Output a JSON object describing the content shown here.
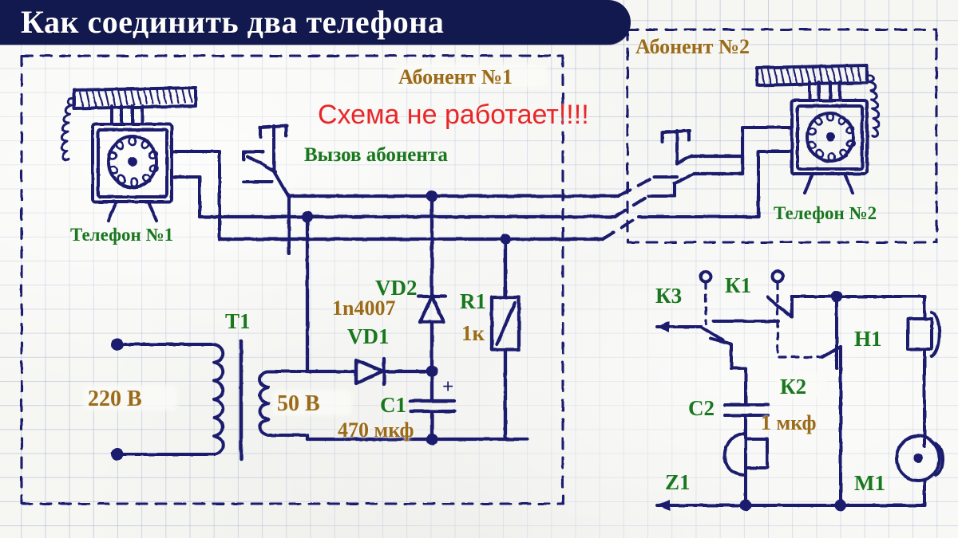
{
  "banner": {
    "title": "Как соединить два телефона"
  },
  "annotations": {
    "subscriber1": "Абонент №1",
    "subscriber2": "Абонент №2",
    "warning": "Схема не работает!!!!",
    "call_subscriber": "Вызов абонента",
    "phone1": "Телефон №1",
    "phone2": "Телефон №2"
  },
  "components": {
    "t1": "T1",
    "v220": "220 В",
    "v50": "50 В",
    "vd1": "VD1",
    "vd2": "VD2",
    "diode_type": "1n4007",
    "r1": "R1",
    "r1_value": "1к",
    "c1": "C1",
    "c1_value": "470 мкф",
    "c1_polarity": "+",
    "k1": "К1",
    "k2": "К2",
    "k3": "К3",
    "h1": "H1",
    "m1": "M1",
    "z1": "Z1",
    "c2": "C2",
    "c2_value": "1 мкф"
  },
  "colors": {
    "ink": "#1b1f6e",
    "gold": "#9a6b18",
    "green": "#18771f",
    "red": "#e8262a",
    "banner_bg": "#12194f",
    "paper": "#f6f6f3",
    "grid": "#96a5c8"
  },
  "regions": {
    "subscriber1_box": "dashed-boundary-left",
    "subscriber2_box": "dashed-boundary-right"
  }
}
